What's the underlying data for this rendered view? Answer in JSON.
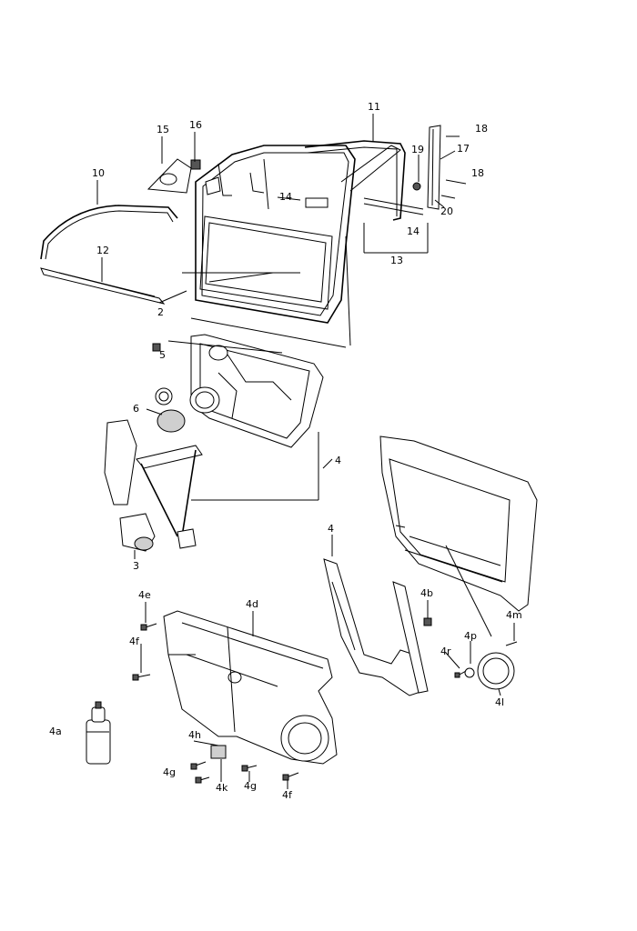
{
  "callouts": {
    "c2": "2",
    "c3": "3",
    "c4_top": "4",
    "c4_mid": "4",
    "c4a": "4a",
    "c4b": "4b",
    "c4d": "4d",
    "c4e": "4e",
    "c4f_a": "4f",
    "c4f_b": "4f",
    "c4g_a": "4g",
    "c4g_b": "4g",
    "c4h": "4h",
    "c4k": "4k",
    "c4l": "4l",
    "c4m": "4m",
    "c4p": "4p",
    "c4r": "4r",
    "c5": "5",
    "c6": "6",
    "c10": "10",
    "c11": "11",
    "c12": "12",
    "c14_a": "14",
    "c14_b": "14",
    "c15": "15",
    "c16": "16",
    "c17": "17",
    "c18_a": "18",
    "c18_b": "18",
    "c19": "19",
    "c20": "20",
    "c13": "13"
  }
}
